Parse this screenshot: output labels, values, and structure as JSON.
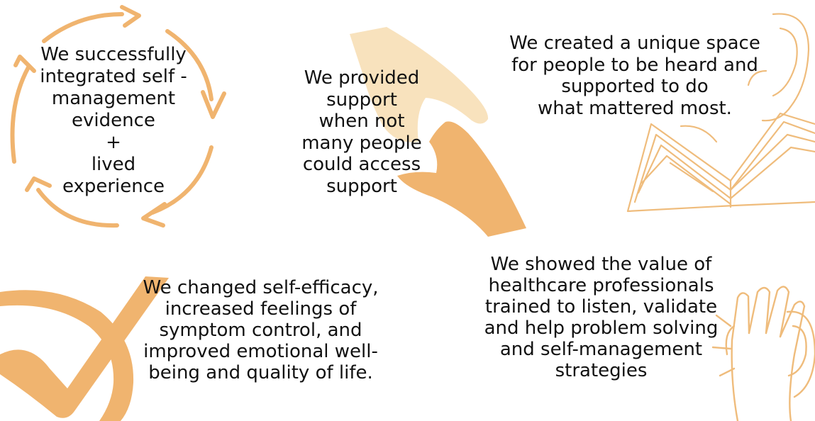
{
  "colors": {
    "accent_orange": "#f0b46f",
    "light_peach": "#f8e2bd",
    "line_orange": "#efbc7c",
    "text": "#111111",
    "background": "#ffffff"
  },
  "icons": [
    "cycle-arrows-icon",
    "helping-hands-icon",
    "open-book-ear-icon",
    "checkmark-icon",
    "hand-ear-icon"
  ],
  "panels": {
    "integration": "We successfully\nintegrated self -\nmanagement\nevidence\n+\nlived\nexperience",
    "support": "We provided\nsupport\nwhen not\nmany people\ncould access\nsupport",
    "space": "We created a unique space\nfor people to be heard and\nsupported to do\nwhat mattered most.",
    "efficacy": "We changed self-efficacy,\nincreased feelings of\nsymptom control, and\nimproved emotional well-\nbeing and quality of life.",
    "professionals": "We showed the value of\nhealthcare professionals\ntrained to listen, validate\nand help problem solving\nand self-management\nstrategies"
  }
}
